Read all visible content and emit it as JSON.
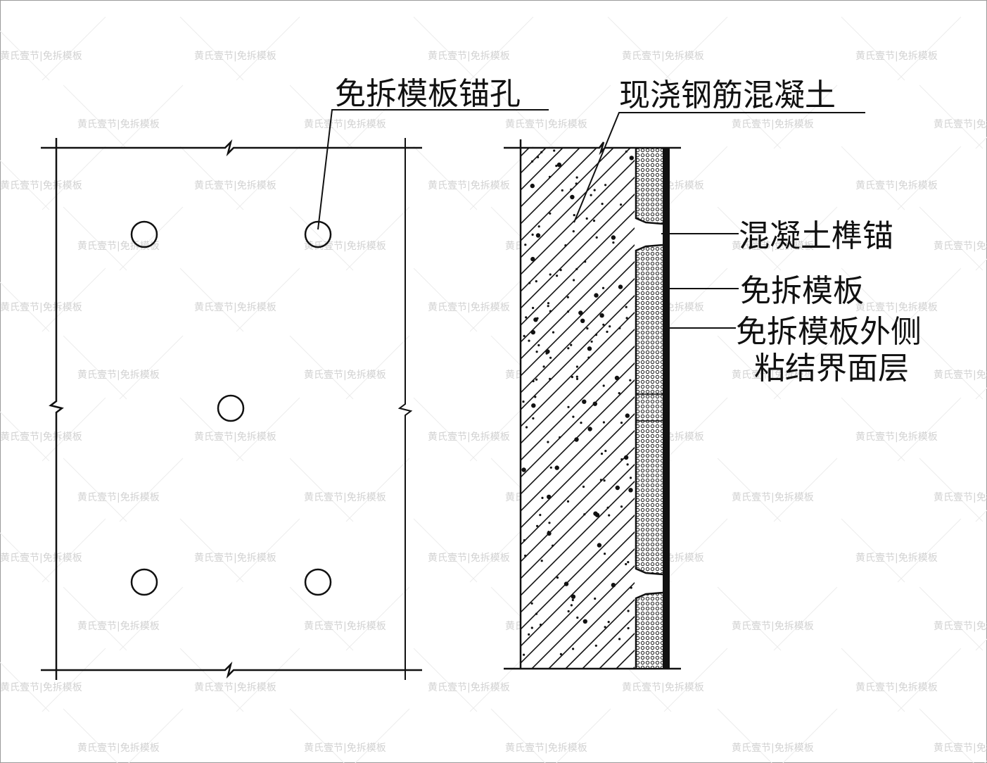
{
  "labels": {
    "anchor_hole": "免拆模板锚孔",
    "cast_concrete": "现浇钢筋混凝土",
    "concrete_tenon": "混凝土榫锚",
    "formwork": "免拆模板",
    "bond_layer_line1": "免拆模板外侧",
    "bond_layer_line2": "粘结界面层"
  },
  "watermark": {
    "text": "黄氏壹节|免拆模板"
  },
  "colors": {
    "ink": "#111111",
    "watermark": "#d2d2d2",
    "border": "#9a9a9a"
  }
}
